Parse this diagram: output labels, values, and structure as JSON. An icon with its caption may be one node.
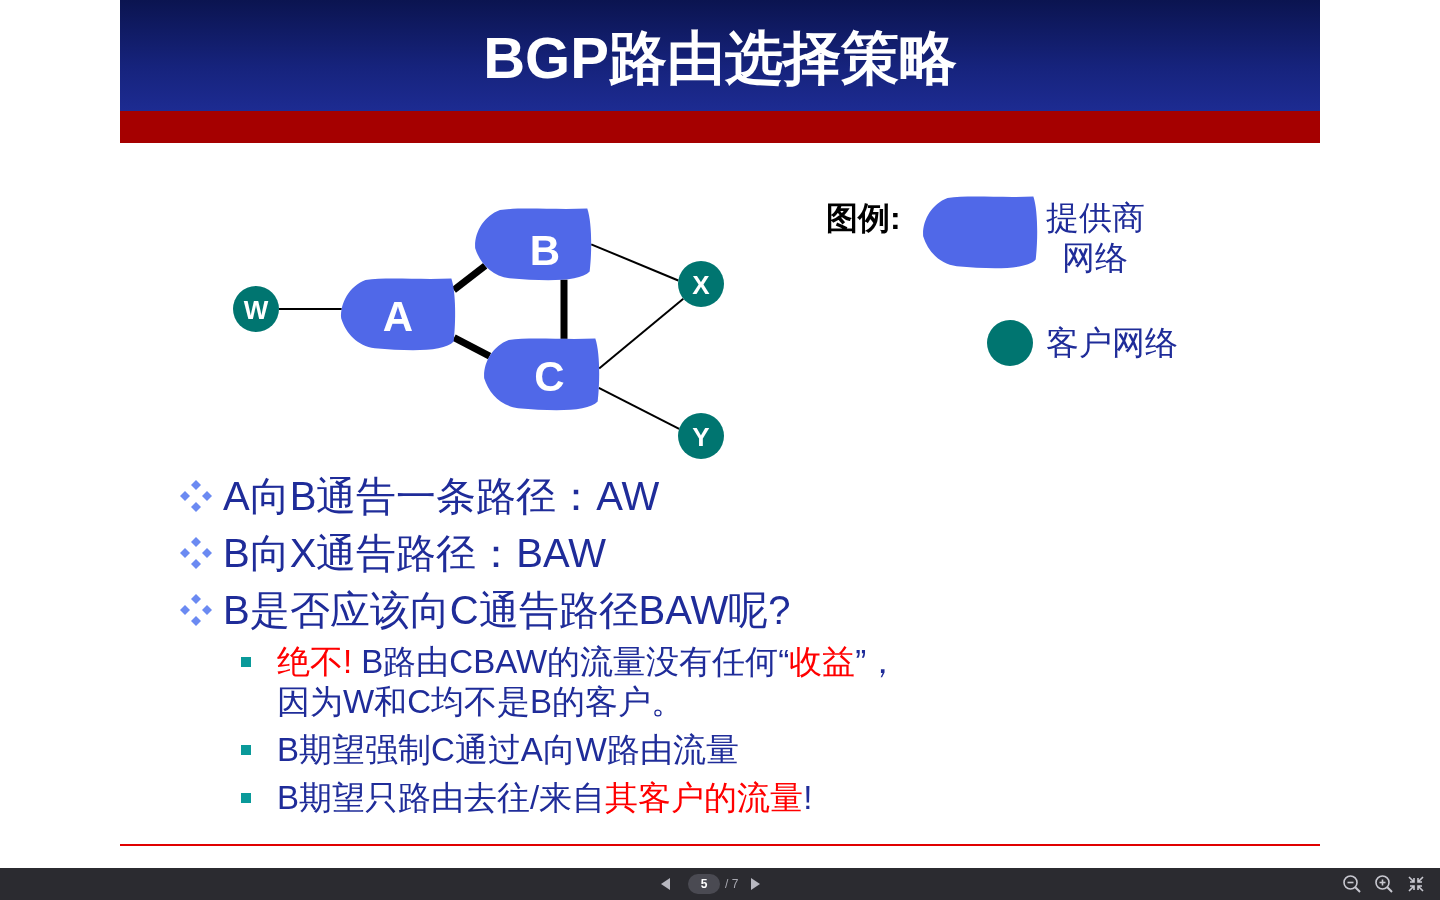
{
  "diagram": {
    "title": "BGP路由选择策略",
    "nodes": [
      {
        "text": [
          "W"
        ]
      },
      {
        "text": [
          "A"
        ]
      },
      {
        "text": [
          "B"
        ]
      },
      {
        "text": [
          "C"
        ]
      },
      {
        "text": [
          "X"
        ]
      },
      {
        "text": [
          "Y"
        ]
      }
    ],
    "edges": [
      {
        "from": 0,
        "to": 1,
        "arrow": "none"
      },
      {
        "from": 1,
        "to": 2,
        "arrow": "none",
        "style": "thick"
      },
      {
        "from": 1,
        "to": 3,
        "arrow": "none",
        "style": "thick"
      },
      {
        "from": 2,
        "to": 3,
        "arrow": "none",
        "style": "thick"
      },
      {
        "from": 2,
        "to": 4,
        "arrow": "none"
      },
      {
        "from": 3,
        "to": 4,
        "arrow": "none"
      },
      {
        "from": 3,
        "to": 5,
        "arrow": "none"
      }
    ],
    "labels": [
      "图例:",
      "A向B通告一条路径：AW",
      "B向X通告路径：BAW",
      "B是否应该向C通告路径BAW呢?",
      "**绝不!** B路由CBAW的流量没有任何“**收益**”，因为W和C均不是B的客户。",
      "B期望强制C通过A向W路由流量",
      "B期望只路由去往/来自**其客户的流量**!",
      "5",
      "/ 7"
    ],
    "legend": [
      {
        "text": "提供商网络",
        "color": "#5068e8"
      },
      {
        "text": "客户网络",
        "color": "#007570"
      }
    ]
  }
}
